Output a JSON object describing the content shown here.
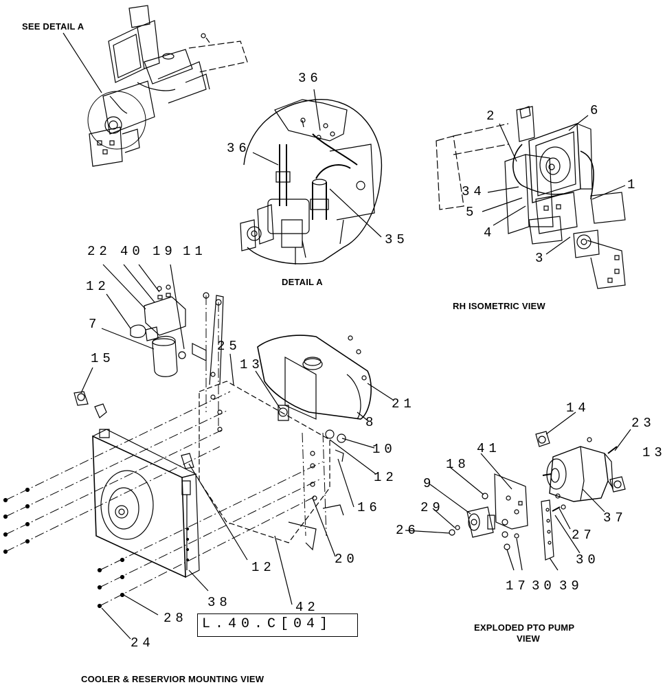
{
  "captions": {
    "see_detail": "SEE DETAIL A",
    "detail_a": "DETAIL A",
    "rh_isometric": "RH ISOMETRIC VIEW",
    "exploded_line1": "EXPLODED PTO PUMP",
    "exploded_line2": "VIEW",
    "cooler_view": "COOLER & RESERVIOR MOUNTING VIEW"
  },
  "reference_code": "L.40.C[04]",
  "callouts": {
    "c36a": "36",
    "c36b": "36",
    "c35": "35",
    "c2": "2",
    "c6": "6",
    "c1": "1",
    "c34": "34",
    "c5": "5",
    "c4": "4",
    "c3": "3",
    "c22": "22",
    "c40": "40",
    "c19": "19",
    "c11": "11",
    "c12a": "12",
    "c7": "7",
    "c15": "15",
    "c25": "25",
    "c13a": "13",
    "c21": "21",
    "c8": "8",
    "c10": "10",
    "c12b": "12",
    "c16": "16",
    "c12c": "12",
    "c20": "20",
    "c38": "38",
    "c42": "42",
    "c28": "28",
    "c24": "24",
    "c14": "14",
    "c23": "23",
    "c13b": "13",
    "c41": "41",
    "c18": "18",
    "c9": "9",
    "c29": "29",
    "c26": "26",
    "c37": "37",
    "c27": "27",
    "c30": "30",
    "c17": "17",
    "c30b": "30",
    "c39": "39"
  }
}
